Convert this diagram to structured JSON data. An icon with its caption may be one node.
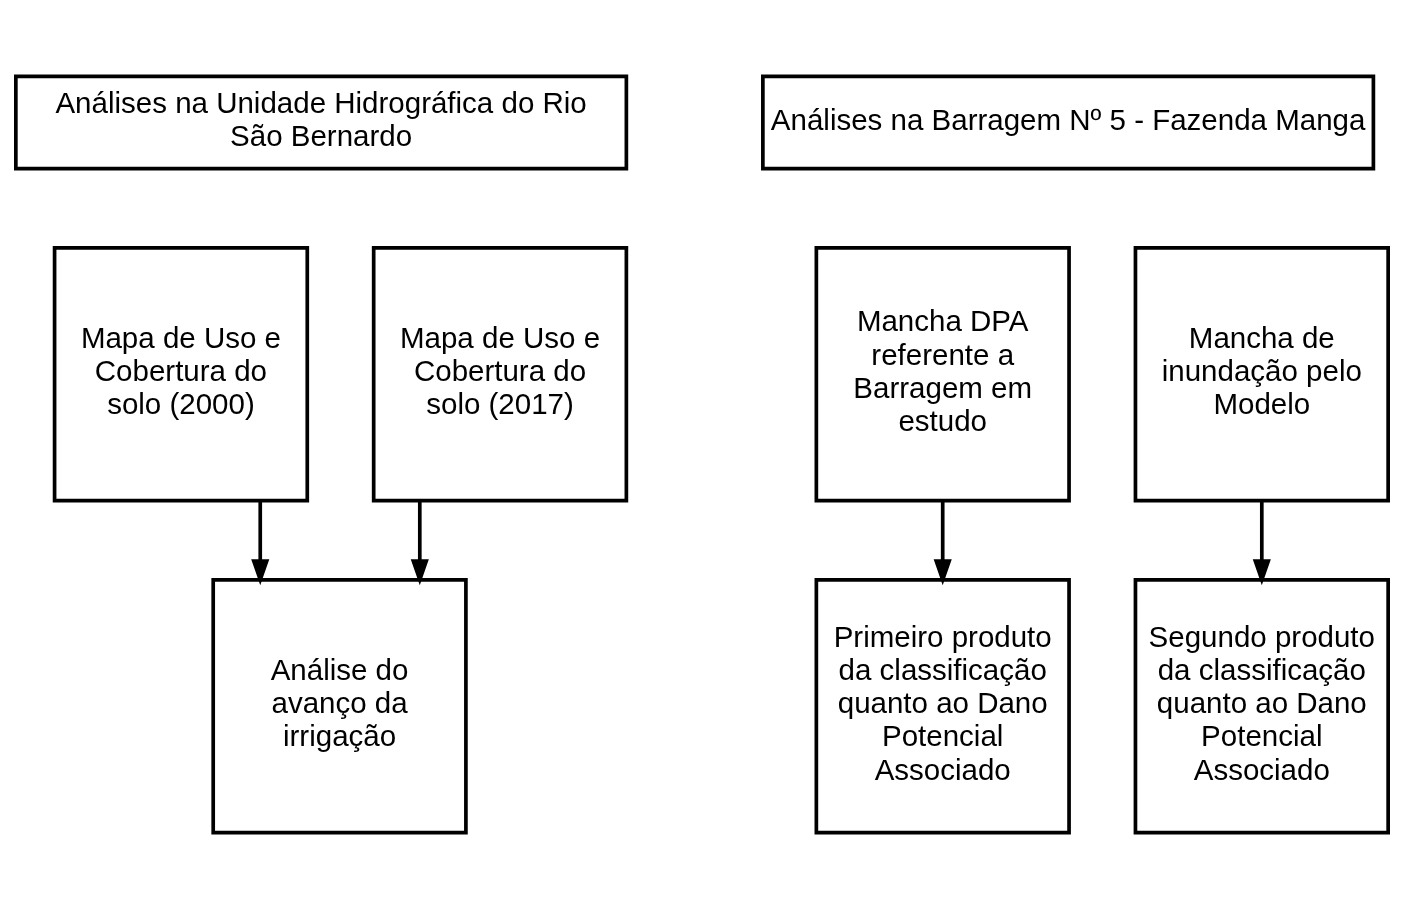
{
  "diagram": {
    "nodes": [
      {
        "text": [
          "Análises na Unidade Hidrográfica do Rio São Bernardo"
        ]
      },
      {
        "text": [
          "Mapa de Uso e Cobertura do solo (2000)"
        ]
      },
      {
        "text": [
          "Mapa de Uso e Cobertura do solo (2017)"
        ]
      },
      {
        "text": [
          "Análise do avanço da irrigação"
        ]
      },
      {
        "text": [
          "Análises na Barragem Nº 5 - Fazenda Manga"
        ]
      },
      {
        "text": [
          "Mancha DPA referente a Barragem em estudo"
        ]
      },
      {
        "text": [
          "Mancha de inundação pelo Modelo"
        ]
      },
      {
        "text": [
          "Primeiro produto da classificação quanto ao Dano Potencial Associado"
        ]
      },
      {
        "text": [
          "Segundo produto da classificação quanto ao Dano Potencial Associado"
        ]
      }
    ],
    "edges": [
      {
        "from": 1,
        "to": 3,
        "arrow": "to"
      },
      {
        "from": 2,
        "to": 3,
        "arrow": "to"
      },
      {
        "from": 5,
        "to": 7,
        "arrow": "to"
      },
      {
        "from": 6,
        "to": 8,
        "arrow": "to"
      }
    ]
  }
}
